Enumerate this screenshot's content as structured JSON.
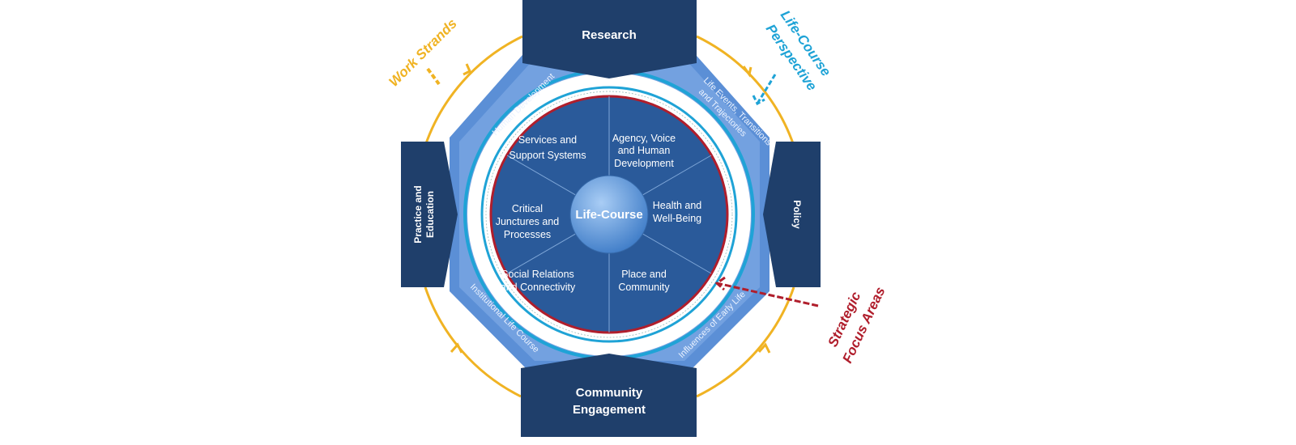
{
  "center": {
    "label": "Life-Course"
  },
  "focus_areas": [
    {
      "lines": [
        "Services and",
        "Support Systems"
      ]
    },
    {
      "lines": [
        "Agency, Voice",
        "and Human",
        "Development"
      ]
    },
    {
      "lines": [
        "Health and",
        "Well-Being"
      ]
    },
    {
      "lines": [
        "Place and",
        "Community"
      ]
    },
    {
      "lines": [
        "Social Relations",
        "and Connectivity"
      ]
    },
    {
      "lines": [
        "Critical",
        "Junctures and",
        "Processes"
      ]
    }
  ],
  "perspectives": {
    "top_left": "Human Development",
    "top_right_1": "Life Events, Transitions",
    "top_right_2": "and Trajectories",
    "bottom_left": "Institutional Life Course",
    "bottom_right": "Influences of Early Life"
  },
  "work_strands": {
    "top": "Research",
    "left_1": "Practice and",
    "left_2": "Education",
    "right": "Policy",
    "bottom_1": "Community",
    "bottom_2": "Engagement"
  },
  "annotations": {
    "work_strands": "Work Strands",
    "life_course_1": "Life-Course",
    "life_course_2": "Perspective",
    "strategic_1": "Strategic",
    "strategic_2": "Focus Areas"
  },
  "colors": {
    "dark": "#1f3f6b",
    "mid": "#2a5a9a",
    "yellow": "#f0b323",
    "cyan": "#1fa3d6",
    "red": "#b01e2c"
  }
}
